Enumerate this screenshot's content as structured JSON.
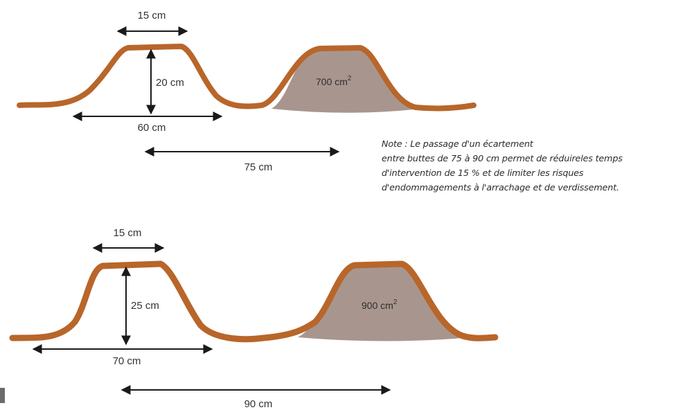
{
  "diagrams": [
    {
      "id": "top",
      "top_width_label": "15 cm",
      "height_label": "20 cm",
      "base_width_label": "60 cm",
      "spacing_label": "75 cm",
      "cross_section_area": "700 cm",
      "area_exponent": "2"
    },
    {
      "id": "bottom",
      "top_width_label": "15 cm",
      "height_label": "25 cm",
      "base_width_label": "70 cm",
      "spacing_label": "90 cm",
      "cross_section_area": "900 cm",
      "area_exponent": "2"
    }
  ],
  "note": {
    "line1": "Note : Le passage d'un écartement",
    "line2": "entre buttes de 75 à 90 cm permet de réduireles temps",
    "line3": "d'intervention de 15 % et de limiter les risques",
    "line4": "d'endommagements à l'arrachage et de verdissement."
  },
  "colors": {
    "soil_outline": "#b8662a",
    "cross_section_fill": "#a8968e",
    "arrow": "#1a1a1a"
  }
}
